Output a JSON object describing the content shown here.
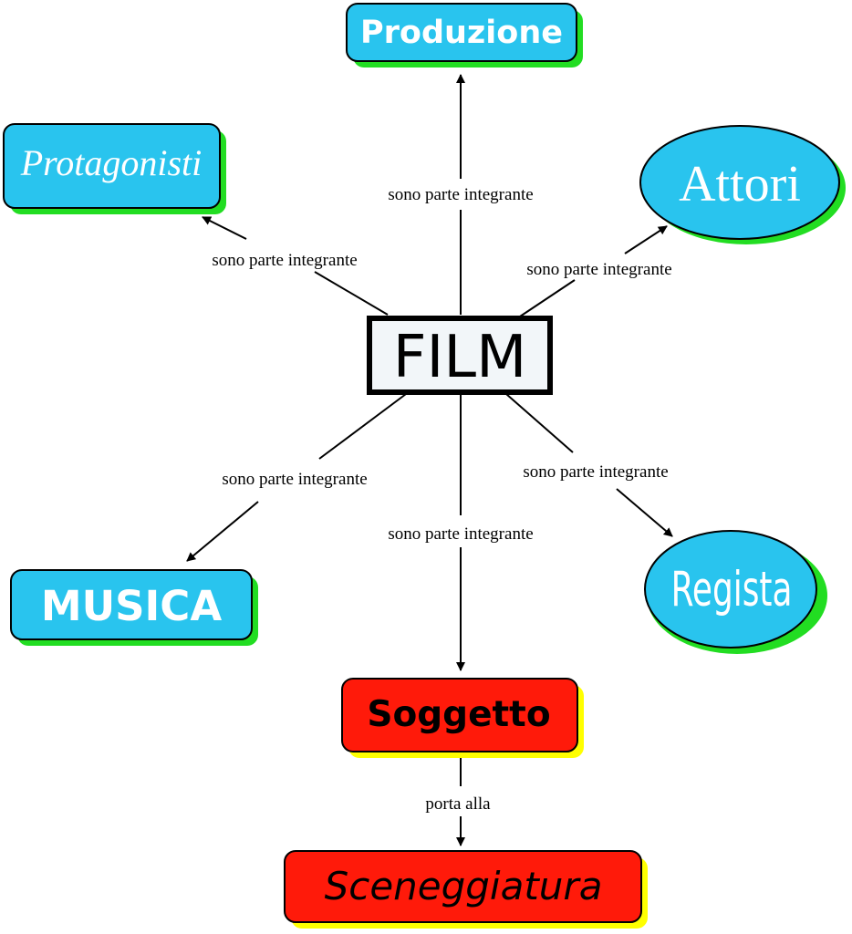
{
  "center": {
    "label": "FILM"
  },
  "nodes": {
    "produzione": {
      "label": "Produzione"
    },
    "protagonisti": {
      "label": "Protagonisti"
    },
    "attori": {
      "label": "Attori"
    },
    "musica": {
      "label": "MUSICA"
    },
    "regista": {
      "label": "Regista"
    },
    "soggetto": {
      "label": "Soggetto"
    },
    "sceneggiatura": {
      "label": "Sceneggiatura"
    }
  },
  "edges": {
    "produzione": "sono parte integrante",
    "protagonisti": "sono parte integrante",
    "attori": "sono parte integrante",
    "musica": "sono parte integrante",
    "regista": "sono parte integrante",
    "soggetto": "sono parte integrante",
    "sceneggiatura": "porta alla"
  },
  "colors": {
    "blue_node": "#29c4ee",
    "red_node": "#ff1a0a",
    "green_shadow": "#22dd22",
    "yellow_shadow": "#ffff00",
    "center_fill": "#f2f6f9",
    "stroke": "#000000"
  }
}
